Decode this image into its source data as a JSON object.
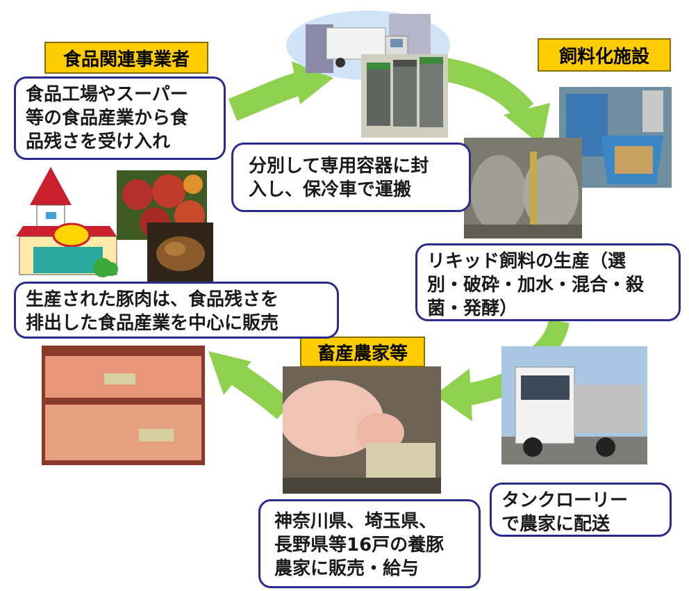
{
  "labels": {
    "food_business": "食品関連事業者",
    "feed_facility": "飼料化施設",
    "livestock_farmers": "畜産農家等"
  },
  "steps": {
    "receive": [
      "食品工場やスーパー",
      "等の食品産業から食",
      "品残さを受け入れ"
    ],
    "transport": [
      "分別して専用容器に封",
      "入し、保冷車で運搬"
    ],
    "production": [
      "リキッド飼料の生産（選",
      "別・破砕・加水・混合・殺",
      "菌・発酵）"
    ],
    "delivery": [
      "タンクローリー",
      "で農家に配送"
    ],
    "sale": [
      "神奈川県、埼玉県、",
      "長野県等16戸の養豚",
      "農家に販売・給与"
    ],
    "pork": [
      "生産された豚肉は、食品残さを",
      "排出した食品産業を中心に販売"
    ]
  },
  "colors": {
    "arrow": "#8fd14f",
    "tag_fill": "#ffcc00",
    "box_border": "#2a2a8a"
  }
}
